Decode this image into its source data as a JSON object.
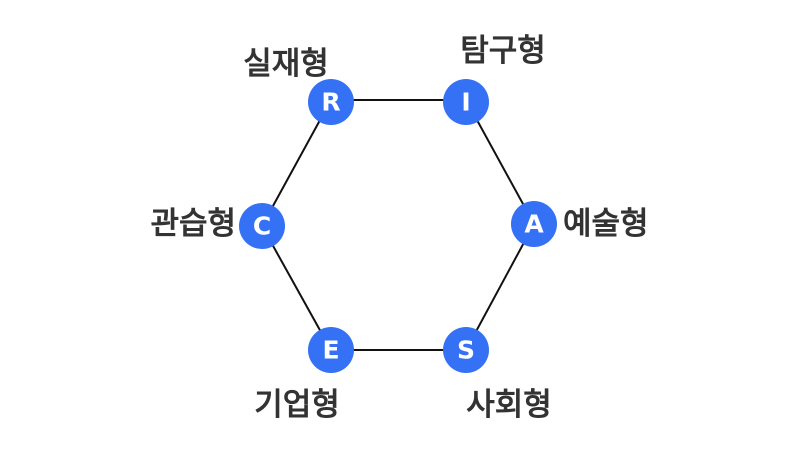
{
  "nodes": [
    {
      "id": "R",
      "letter": "R",
      "label": "실재형"
    },
    {
      "id": "I",
      "letter": "I",
      "label": "탐구형"
    },
    {
      "id": "A",
      "letter": "A",
      "label": "예술형"
    },
    {
      "id": "S",
      "letter": "S",
      "label": "사회형"
    },
    {
      "id": "E",
      "letter": "E",
      "label": "기업형"
    },
    {
      "id": "C",
      "letter": "C",
      "label": "관습형"
    }
  ],
  "colors": {
    "node_fill": "#3471f5",
    "node_text": "#ffffff",
    "label_text": "#333333",
    "edge": "#111111"
  }
}
